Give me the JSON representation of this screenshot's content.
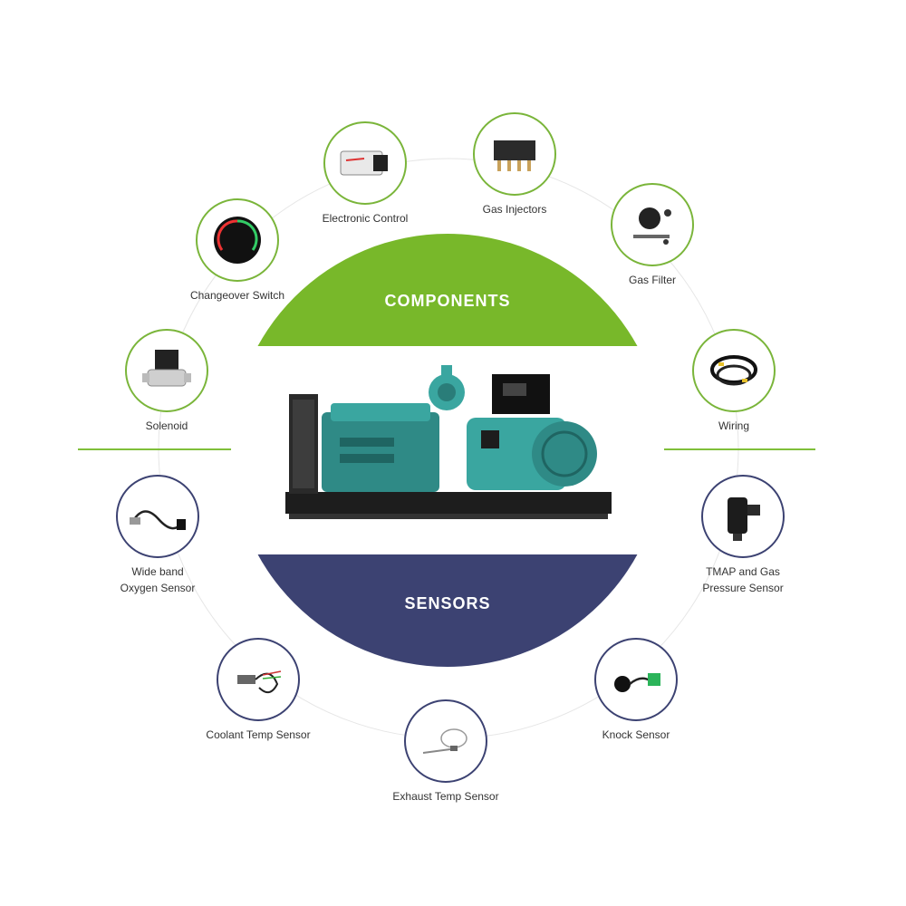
{
  "center": {
    "top_label": "COMPONENTS",
    "bottom_label": "SENSORS"
  },
  "components": [
    {
      "label": "Electronic Control"
    },
    {
      "label": "Gas Injectors"
    },
    {
      "label": "Changeover Switch"
    },
    {
      "label": "Gas Filter"
    },
    {
      "label": "Solenoid"
    },
    {
      "label": "Wiring"
    }
  ],
  "sensors": [
    {
      "label_line1": "Wide band",
      "label_line2": "Oxygen Sensor"
    },
    {
      "label_line1": "TMAP and Gas",
      "label_line2": "Pressure Sensor"
    },
    {
      "label": "Coolant Temp Sensor"
    },
    {
      "label": "Knock Sensor"
    },
    {
      "label": "Exhaust Temp Sensor"
    }
  ],
  "colors": {
    "components_green": "#78b82a",
    "sensors_navy": "#3c4272",
    "connector_green": "#7fbf3a"
  }
}
